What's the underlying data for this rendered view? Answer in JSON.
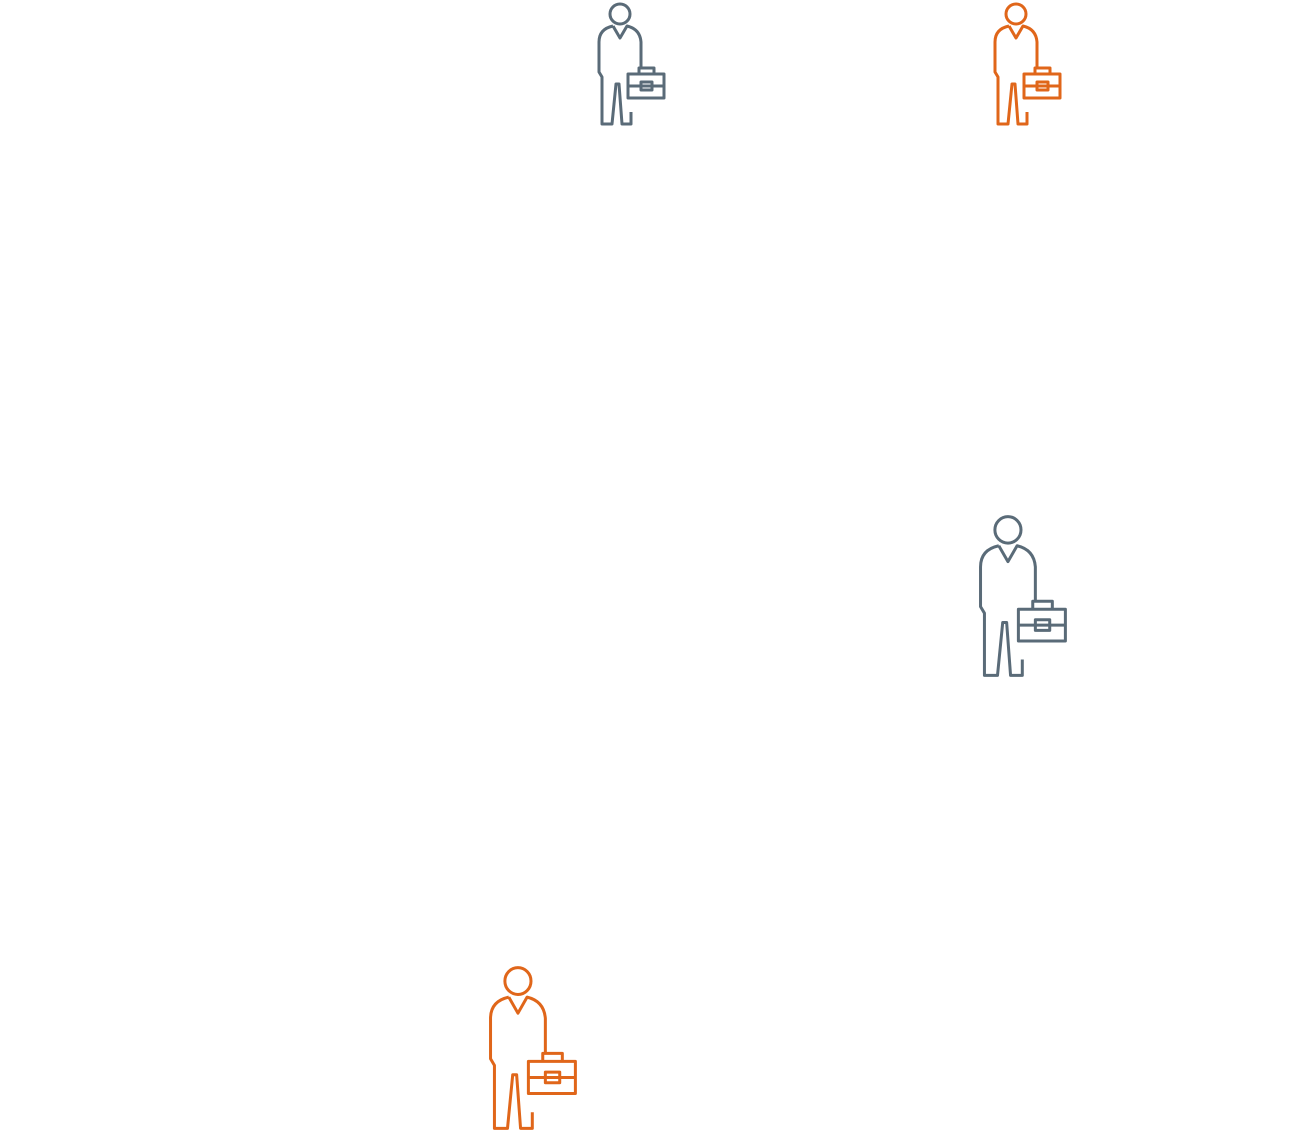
{
  "figures": [
    {
      "id": "fig-1",
      "icon": "businessperson-briefcase-icon",
      "color": "#5a6b78"
    },
    {
      "id": "fig-2",
      "icon": "businessperson-briefcase-icon",
      "color": "#e0661a"
    },
    {
      "id": "fig-3",
      "icon": "businessperson-briefcase-icon",
      "color": "#5a6b78"
    },
    {
      "id": "fig-4",
      "icon": "businessperson-briefcase-icon",
      "color": "#e0661a"
    }
  ]
}
